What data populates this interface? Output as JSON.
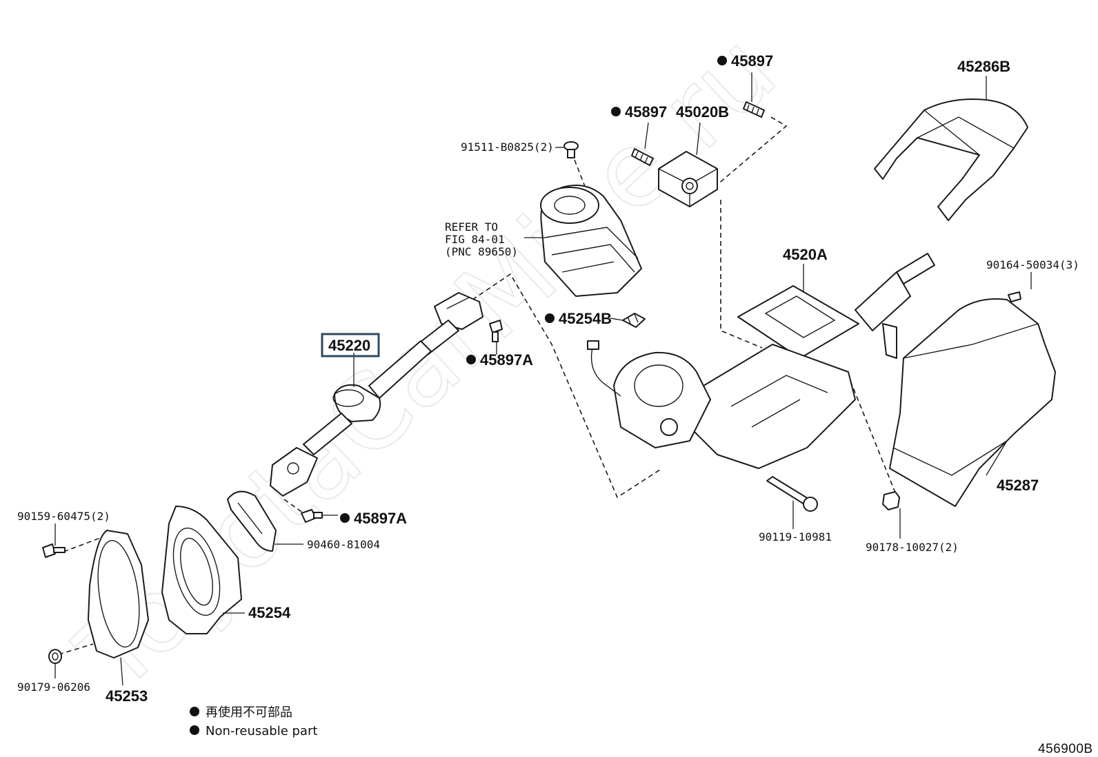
{
  "diagram": {
    "watermark": "ToyotaCarMine.ru",
    "figure_code": "456900B",
    "highlighted_part": "45220",
    "labels": {
      "p45897_top": "45897",
      "p45286B": "45286B",
      "p45897_mid": "45897",
      "p45020B": "45020B",
      "p91511": "91511-B0825(2)",
      "refer_line1": "REFER TO",
      "refer_line2": "FIG 84-01",
      "refer_line3": "(PNC 89650)",
      "p4520A": "4520A",
      "p90164": "90164-50034(3)",
      "p45254B": "45254B",
      "p45220": "45220",
      "p45897A_upper": "45897A",
      "p45287": "45287",
      "p90159": "90159-60475(2)",
      "p45897A_lower": "45897A",
      "p90460": "90460-81004",
      "p90119": "90119-10981",
      "p90178": "90178-10027(2)",
      "p45254": "45254",
      "p90179": "90179-06206",
      "p45253": "45253"
    },
    "legend": {
      "line1": "再使用不可部品",
      "line2": "Non-reusable part"
    }
  }
}
